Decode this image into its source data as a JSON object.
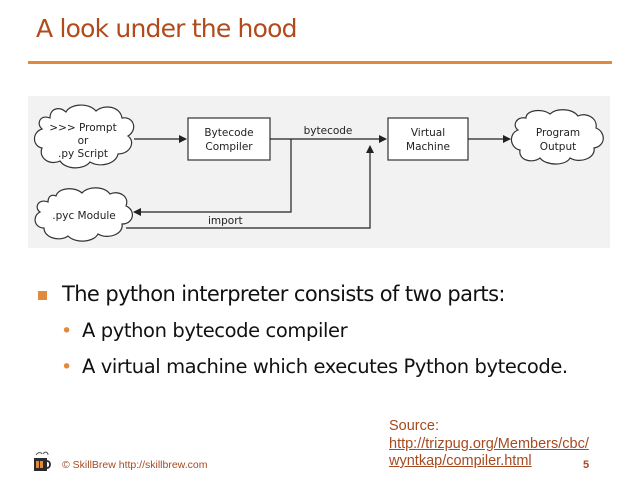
{
  "slide": {
    "title": "A look under the hood",
    "page_number": "5"
  },
  "diagram": {
    "node_prompt_line1": ">>> Prompt",
    "node_prompt_line2": "or",
    "node_prompt_line3": ".py Script",
    "node_compiler_line1": "Bytecode",
    "node_compiler_line2": "Compiler",
    "node_vm_line1": "Virtual",
    "node_vm_line2": "Machine",
    "node_output_line1": "Program",
    "node_output_line2": "Output",
    "node_pyc": ".pyc Module",
    "label_bytecode": "bytecode",
    "label_import": "import"
  },
  "bullets": {
    "main": "The python interpreter consists of two parts:",
    "sub1": "A python bytecode compiler",
    "sub2": "A virtual machine which executes Python bytecode."
  },
  "source": {
    "label": "Source:",
    "link_line1": "http://trizpug.org/Members/cbc/",
    "link_line2": "wyntkap/compiler.html"
  },
  "footer": {
    "copyright": "© SkillBrew http://skillbrew.com"
  },
  "colors": {
    "title": "#b14b1c",
    "accent": "#e28a3b",
    "source_text": "#a64a21"
  }
}
